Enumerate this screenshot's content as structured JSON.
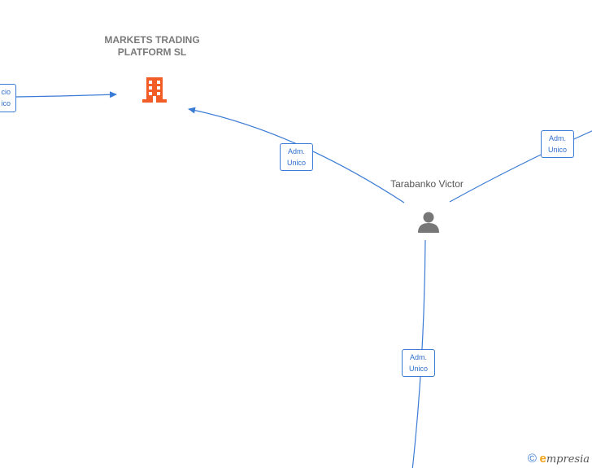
{
  "company": {
    "name": "MARKETS TRADING PLATFORM  SL",
    "icon": "building-icon",
    "color": "#f25c27"
  },
  "person": {
    "name": "Tarabanko Victor",
    "icon": "person-icon",
    "color": "#777777"
  },
  "edges": [
    {
      "id": "left",
      "line1": "cio",
      "line2": "ico"
    },
    {
      "id": "company",
      "line1": "Adm.",
      "line2": "Unico"
    },
    {
      "id": "right",
      "line1": "Adm.",
      "line2": "Unico"
    },
    {
      "id": "bottom",
      "line1": "Adm.",
      "line2": "Unico"
    }
  ],
  "edge_color": "#3a7bd5",
  "footer": {
    "copyright": "©",
    "brand_initial": "e",
    "brand_rest": "mpresia"
  }
}
